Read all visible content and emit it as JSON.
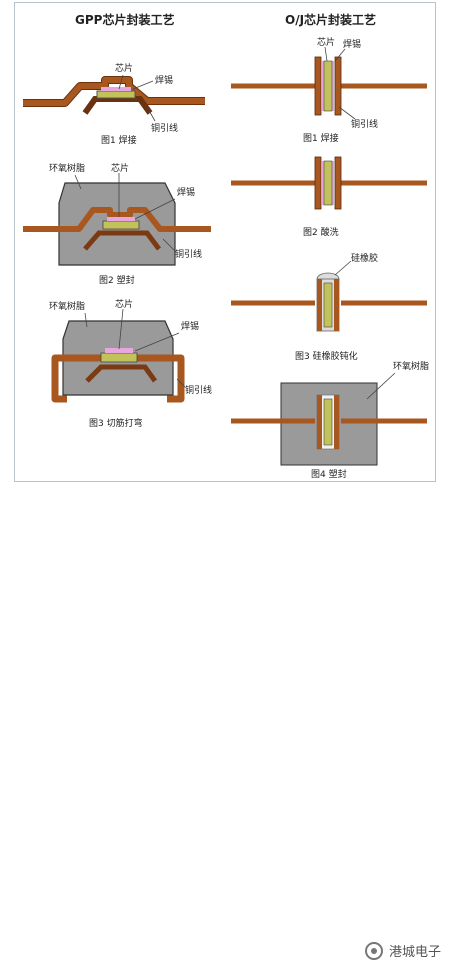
{
  "gpp": {
    "title": "GPP芯片封装工艺",
    "fig1": {
      "chip": "芯片",
      "solder": "焊锡",
      "wire": "铜引线",
      "caption": "图1 焊接"
    },
    "fig2": {
      "epoxy": "环氧树脂",
      "chip": "芯片",
      "solder": "焊锡",
      "wire": "铜引线",
      "caption": "图2 塑封"
    },
    "fig3": {
      "epoxy": "环氧树脂",
      "chip": "芯片",
      "solder": "焊锡",
      "wire": "铜引线",
      "caption": "图3 切筋打弯"
    }
  },
  "oj": {
    "title": "O/J芯片封装工艺",
    "fig1": {
      "chip": "芯片",
      "solder": "焊锡",
      "wire": "铜引线",
      "caption": "图1 焊接"
    },
    "fig2": {
      "caption": "图2 酸洗"
    },
    "fig3": {
      "silicone": "硅橡胶",
      "caption": "图3 硅橡胶钝化"
    },
    "fig4": {
      "epoxy": "环氧树脂",
      "caption": "图4 塑封"
    }
  },
  "watermark": {
    "text": "港城电子",
    "icon": "wechat-icon"
  },
  "colors": {
    "copper": "#9b4f1c",
    "epoxy": "#9a9a9a",
    "chip": "#c2c25a",
    "solder": "#e8a6e0"
  }
}
